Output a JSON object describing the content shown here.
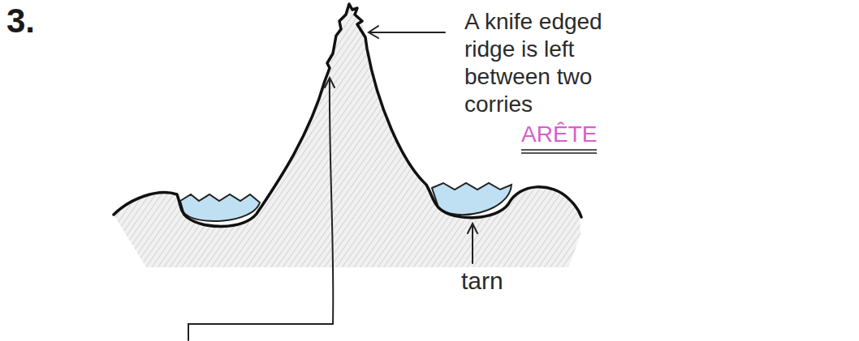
{
  "diagram": {
    "labels": [
      "3.",
      "A knife edged ridge is left between two corries",
      "ARÊTE",
      "tarn"
    ]
  }
}
